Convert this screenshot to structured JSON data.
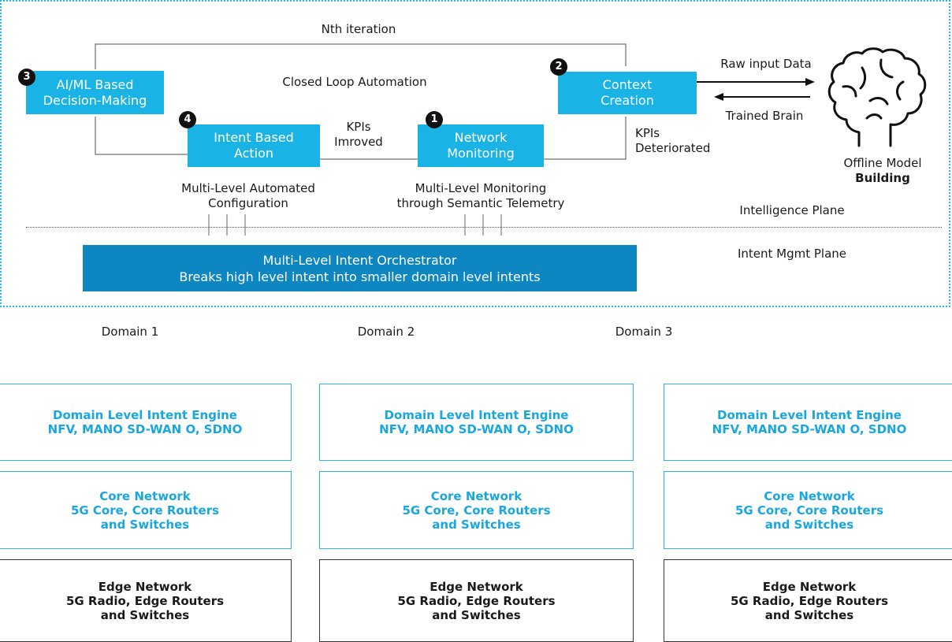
{
  "intelligence": {
    "iteration_label": "Nth iteration",
    "closed_loop_label": "Closed Loop Automation",
    "kpis_improved": [
      "KPIs",
      "Imroved"
    ],
    "kpis_deteriorated": [
      "KPIs",
      "Deteriorated"
    ],
    "raw_input_label": "Raw input Data",
    "trained_brain_label": "Trained Brain",
    "offline_model": [
      "Offline Model",
      "Building"
    ],
    "multi_auto_config": [
      "Multi-Level Automated",
      "Configuration"
    ],
    "multi_monitoring": [
      "Multi-Level Monitoring",
      "through Semantic Telemetry"
    ],
    "intelligence_plane": "Intelligence Plane",
    "intent_mgmt_plane": "Intent Mgmt Plane",
    "steps": [
      {
        "badge": "1",
        "lines": [
          "Network",
          "Monitoring"
        ]
      },
      {
        "badge": "2",
        "lines": [
          "Context",
          "Creation"
        ]
      },
      {
        "badge": "3",
        "lines": [
          "AI/ML Based",
          "Decision-Making"
        ]
      },
      {
        "badge": "4",
        "lines": [
          "Intent Based",
          "Action"
        ]
      }
    ],
    "orchestrator": [
      "Multi-Level Intent Orchestrator",
      "Breaks high level intent into smaller domain level intents"
    ]
  },
  "domains": [
    {
      "title": "Domain 1",
      "engine": [
        "Domain Level Intent Engine",
        "NFV, MANO SD-WAN O, SDNO"
      ],
      "core": [
        "Core Network",
        "5G Core, Core Routers",
        "and Switches"
      ],
      "edge": [
        "Edge Network",
        "5G Radio, Edge Routers",
        "and Switches"
      ]
    },
    {
      "title": "Domain 2",
      "engine": [
        "Domain Level Intent Engine",
        "NFV, MANO SD-WAN O, SDNO"
      ],
      "core": [
        "Core Network",
        "5G Core, Core Routers",
        "and Switches"
      ],
      "edge": [
        "Edge Network",
        "5G Radio, Edge Routers",
        "and Switches"
      ]
    },
    {
      "title": "Domain 3",
      "engine": [
        "Domain Level Intent Engine",
        "NFV, MANO SD-WAN O, SDNO"
      ],
      "core": [
        "Core Network",
        "5G Core, Core Routers",
        "and Switches"
      ],
      "edge": [
        "Edge Network",
        "5G Radio, Edge Routers",
        "and Switches"
      ]
    }
  ],
  "colors": {
    "accent": "#1ab3e6",
    "orchestrator": "#0d86c2",
    "frame": "#29b6e0"
  }
}
